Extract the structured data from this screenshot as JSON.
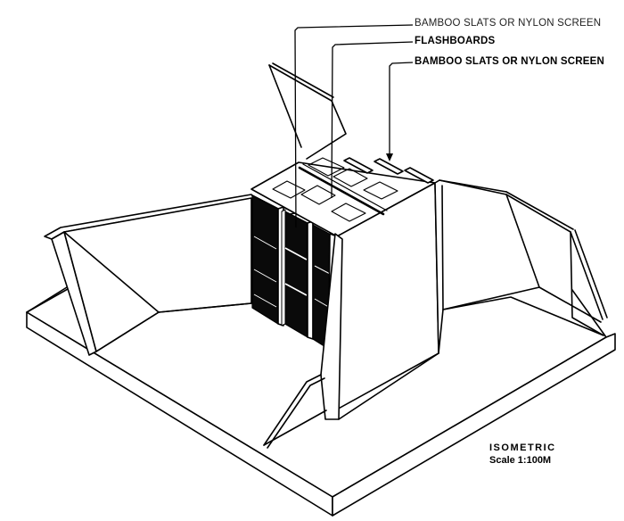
{
  "diagram": {
    "type": "isometric engineering drawing",
    "subject": "outlet / intake structure with flashboards and screens",
    "labels": [
      {
        "id": "label-1",
        "text": "BAMBOO SLATS OR NYLON SCREEN"
      },
      {
        "id": "label-2",
        "text": "FLASHBOARDS"
      },
      {
        "id": "label-3",
        "text": "BAMBOO SLATS OR NYLON SCREEN"
      }
    ],
    "caption": {
      "view": "ISOMETRIC",
      "scale": "Scale 1:100M"
    },
    "colors": {
      "line": "#000000",
      "background": "#ffffff",
      "panel_fill": "#0a0a0a"
    }
  }
}
